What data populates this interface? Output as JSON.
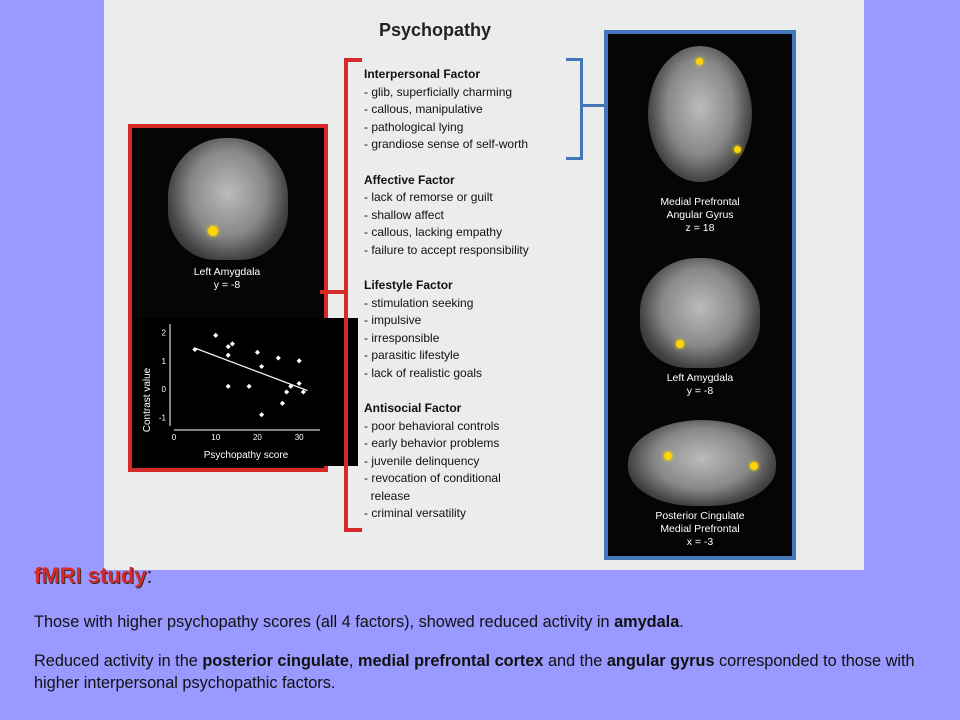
{
  "figure": {
    "title": "Psychopathy",
    "left_panel": {
      "brain_caption": "Left Amygdala\ny = -8",
      "plot": {
        "ylabel": "Contrast value",
        "xlabel": "Psychopathy score",
        "yticks": [
          "2",
          "1",
          "0",
          "-1"
        ],
        "xticks": [
          "0",
          "10",
          "20",
          "30"
        ]
      }
    },
    "factors": [
      {
        "title": "Interpersonal Factor",
        "items": [
          "- glib, superficially charming",
          "- callous, manipulative",
          "- pathological lying",
          "- grandiose sense of self-worth"
        ]
      },
      {
        "title": "Affective Factor",
        "items": [
          "- lack of remorse or guilt",
          "- shallow affect",
          "- callous, lacking empathy",
          "- failure to accept responsibility"
        ]
      },
      {
        "title": "Lifestyle Factor",
        "items": [
          "- stimulation seeking",
          "- impulsive",
          "- irresponsible",
          "- parasitic lifestyle",
          "- lack of realistic goals"
        ]
      },
      {
        "title": "Antisocial Factor",
        "items": [
          "- poor behavioral controls",
          "- early behavior problems",
          "- juvenile delinquency",
          "- revocation of conditional\n  release",
          "- criminal versatility"
        ]
      }
    ],
    "right_panel": {
      "caption1": "Medial Prefrontal\nAngular Gyrus\nz = 18",
      "caption2": "Left Amygdala\ny = -8",
      "caption3": "Posterior Cingulate\nMedial Prefrontal\nx = -3"
    }
  },
  "chart_data": {
    "type": "scatter",
    "xlabel": "Psychopathy score",
    "ylabel": "Contrast value",
    "xlim": [
      0,
      35
    ],
    "ylim": [
      -1.3,
      2.3
    ],
    "points": [
      [
        5,
        1.4
      ],
      [
        10,
        1.9
      ],
      [
        13,
        1.5
      ],
      [
        13,
        1.2
      ],
      [
        14,
        1.6
      ],
      [
        13,
        0.1
      ],
      [
        18,
        0.1
      ],
      [
        20,
        1.3
      ],
      [
        21,
        0.8
      ],
      [
        21,
        -0.9
      ],
      [
        25,
        1.1
      ],
      [
        26,
        -0.5
      ],
      [
        27,
        -0.1
      ],
      [
        28,
        0.1
      ],
      [
        30,
        0.2
      ],
      [
        30,
        1.0
      ],
      [
        31,
        -0.1
      ]
    ],
    "trend": [
      [
        5,
        1.45
      ],
      [
        32,
        -0.05
      ]
    ]
  },
  "study": {
    "title": "fMRI study",
    "colon": ":",
    "p1_a": "Those with higher psychopathy scores (all 4 factors), showed reduced activity in ",
    "p1_b": "amydala",
    "p1_c": ".",
    "p2_a": "Reduced activity in the ",
    "p2_b": "posterior cingulate",
    "p2_c": ", ",
    "p2_d": "medial prefrontal cortex",
    "p2_e": " and the ",
    "p2_f": "angular gyrus",
    "p2_g": " corresponded to those with higher interpersonal psychopathic factors."
  }
}
